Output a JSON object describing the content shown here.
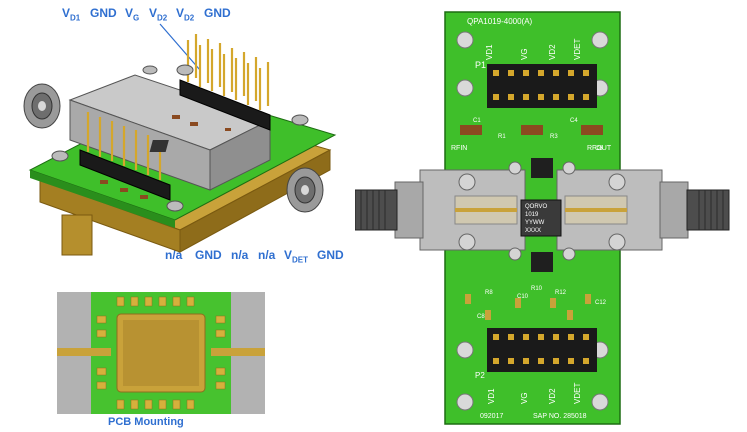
{
  "top_header": {
    "labels": [
      {
        "base": "V",
        "sub": "D1"
      },
      {
        "base": "GND",
        "sub": ""
      },
      {
        "base": "V",
        "sub": "G"
      },
      {
        "base": "V",
        "sub": "D2"
      },
      {
        "base": "V",
        "sub": "D2"
      },
      {
        "base": "GND",
        "sub": ""
      }
    ]
  },
  "bottom_header": {
    "labels": [
      {
        "base": "n/a",
        "sub": ""
      },
      {
        "base": "GND",
        "sub": ""
      },
      {
        "base": "n/a",
        "sub": ""
      },
      {
        "base": "n/a",
        "sub": ""
      },
      {
        "base": "V",
        "sub": "DET"
      },
      {
        "base": "GND",
        "sub": ""
      }
    ]
  },
  "pcb_mounting": {
    "caption": "PCB Mounting"
  },
  "board": {
    "part_number": "QPA1019-4000(A)",
    "top_pins": [
      "VD1",
      "VG",
      "VD2",
      "VDET"
    ],
    "header_ref_top": "P1",
    "header_ref_bottom": "P2",
    "rf_in": "RFIN",
    "rf_out": "RFOUT",
    "chip_marking": [
      "QORVO",
      "1019",
      "YYWW",
      "XXXX"
    ],
    "bottom_pins": [
      "VD1",
      "VG",
      "VD2",
      "VDET"
    ],
    "date_code": "092017",
    "sap_number": "SAP NO. 285018",
    "refs_top": [
      "C1",
      "R1",
      "R3",
      "C4",
      "C6"
    ],
    "refs_bottom": [
      "R8",
      "C8",
      "C10",
      "R10",
      "R12",
      "C12"
    ]
  },
  "colors": {
    "label_blue": "#2f6fd0",
    "pcb_green": "#3fbf2a",
    "gold": "#c9a23a",
    "connector_gray": "#b8b8b8"
  }
}
